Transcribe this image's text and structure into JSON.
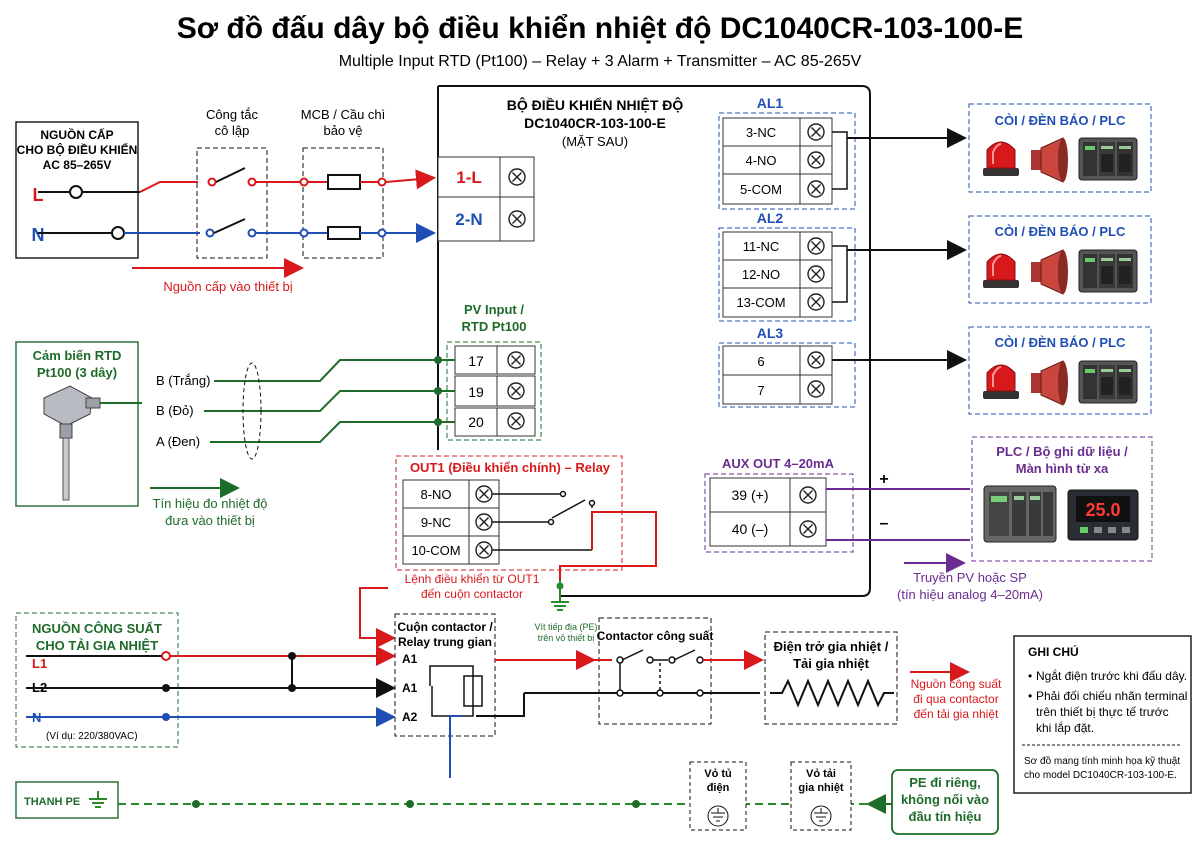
{
  "title": "Sơ đồ đấu dây bộ điều khiển nhiệt độ DC1040CR-103-100-E",
  "subtitle": "Multiple Input RTD (Pt100) – Relay + 3 Alarm + Transmitter – AC 85-265V",
  "colors": {
    "live": "#d7191c",
    "neutral": "#1f4fb5",
    "signal": "#1e6b2a",
    "purple": "#6a2c91",
    "ground": "#2a8a2a"
  },
  "power_source": {
    "title_1": "NGUỒN CẤP",
    "title_2": "CHO BỘ ĐIỀU KHIỂN",
    "title_3": "AC 85–265V",
    "L": "L",
    "N": "N"
  },
  "isolator": {
    "label_1": "Công tắc",
    "label_2": "cô lập"
  },
  "mcb": {
    "label_1": "MCB / Cầu chì",
    "label_2": "bảo vệ"
  },
  "power_note": "Nguồn cấp vào thiết bị",
  "controller": {
    "title_1": "BỘ ĐIỀU KHIỂN NHIỆT ĐỘ",
    "title_2": "DC1040CR-103-100-E",
    "title_3": "(MẶT SAU)",
    "t1": "1-L",
    "t2": "2-N"
  },
  "pv_input": {
    "label_1": "PV Input /",
    "label_2": "RTD Pt100",
    "terms": [
      "17",
      "19",
      "20"
    ]
  },
  "rtd": {
    "title_1": "Cảm biến RTD",
    "title_2": "Pt100 (3 dây)",
    "wires": [
      "B (Trắng)",
      "B (Đỏ)",
      "A (Đen)"
    ],
    "note_1": "Tín hiệu đo nhiệt độ",
    "note_2": "đưa vào thiết bị"
  },
  "out1": {
    "title": "OUT1 (Điều khiển chính) – Relay",
    "terms": [
      "8-NO",
      "9-NC",
      "10-COM"
    ],
    "note_1": "Lệnh điều khiển từ OUT1",
    "note_2": "đến cuộn contactor"
  },
  "alarms": [
    {
      "name": "AL1",
      "terms": [
        "3-NC",
        "4-NO",
        "5-COM"
      ]
    },
    {
      "name": "AL2",
      "terms": [
        "11-NC",
        "12-NO",
        "13-COM"
      ]
    },
    {
      "name": "AL3",
      "terms": [
        "6",
        "7"
      ]
    }
  ],
  "alarm_device_label": "CÒI / ĐÈN BÁO / PLC",
  "aux": {
    "title": "AUX OUT 4–20mA",
    "terms": [
      "39 (+)",
      "40 (–)"
    ],
    "plus": "+",
    "minus": "–"
  },
  "plc": {
    "label_1": "PLC / Bộ ghi dữ liệu /",
    "label_2": "Màn hình từ xa",
    "display": "25.0",
    "note_1": "Truyền PV hoặc SP",
    "note_2": "(tín hiệu analog 4–20mA)"
  },
  "pe_screw": {
    "label_1": "Vít tiếp địa (PE)",
    "label_2": "trên vỏ thiết bị"
  },
  "power_load": {
    "title_1": "NGUỒN CÔNG SUẤT",
    "title_2": "CHO TẢI GIA NHIỆT",
    "L1": "L1",
    "L2": "L2",
    "N": "N",
    "example": "(Ví dụ: 220/380VAC)"
  },
  "coil": {
    "label_1": "Cuộn contactor /",
    "label_2": "Relay trung gian",
    "A1": "A1",
    "A1b": "A1",
    "A2": "A2"
  },
  "contactor_label": "Contactor công suất",
  "heater": {
    "label_1": "Điện trở gia nhiệt /",
    "label_2": "Tải gia nhiệt"
  },
  "heater_note": [
    "Nguồn công suất",
    "đi qua contactor",
    "đến tải gia nhiệt"
  ],
  "notes": {
    "title": "GHI CHÚ",
    "b1": "Ngắt điện trước khi đấu dây.",
    "b2_1": "Phải đối chiếu nhãn terminal",
    "b2_2": "trên thiết bị thực tế trước",
    "b2_3": "khi lắp đặt.",
    "foot_1": "Sơ đồ mang tính minh họa kỹ thuật",
    "foot_2": "cho model DC1040CR-103-100-E."
  },
  "pe_bar": "THANH PE",
  "cabinet_ground": {
    "label_1": "Vỏ tủ",
    "label_2": "điện"
  },
  "load_ground": {
    "label_1": "Vỏ tải",
    "label_2": "gia nhiệt"
  },
  "pe_separate": {
    "label_1": "PE đi riêng,",
    "label_2": "không nối vào",
    "label_3": "đầu tín hiệu"
  }
}
